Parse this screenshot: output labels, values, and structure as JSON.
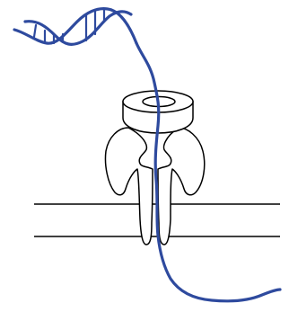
{
  "diagram": {
    "colors": {
      "background": "#ffffff",
      "outline": "#000000",
      "dna_strand": "#2e4a9e",
      "ring_fill": "#ffffff",
      "protein_fill": "#ffffff"
    },
    "elements": [
      "dna-double-helix",
      "ring-protein",
      "membrane-channel-protein",
      "membrane-bilayer",
      "single-stranded-dna"
    ]
  }
}
